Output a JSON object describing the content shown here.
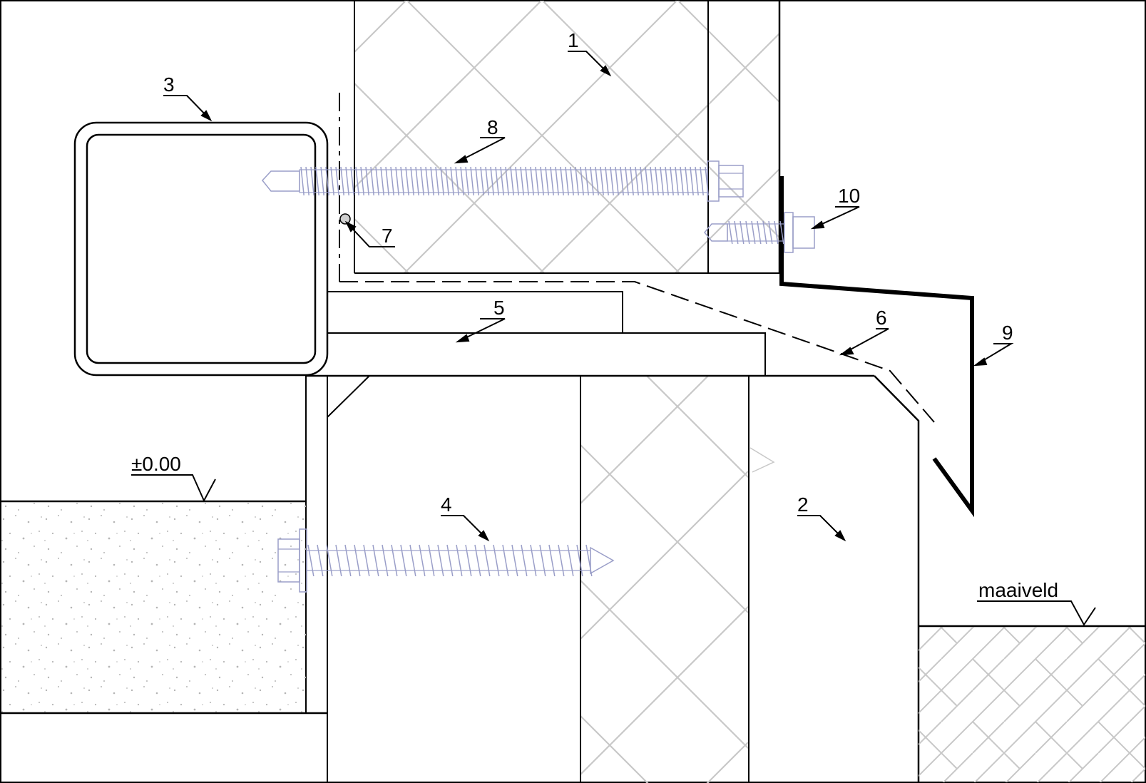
{
  "diagram": {
    "labels": {
      "l1": "1",
      "l2": "2",
      "l3": "3",
      "l4": "4",
      "l5": "5",
      "l6": "6",
      "l7": "7",
      "l8": "8",
      "l9": "9",
      "l10": "10",
      "level_zero": "±0.00",
      "ground_level": "maaiveld"
    },
    "colors": {
      "line": "#000000",
      "hatch": "#c8c8c8",
      "screw": "#9a9ec8",
      "speckle": "#b5b5b5"
    }
  }
}
